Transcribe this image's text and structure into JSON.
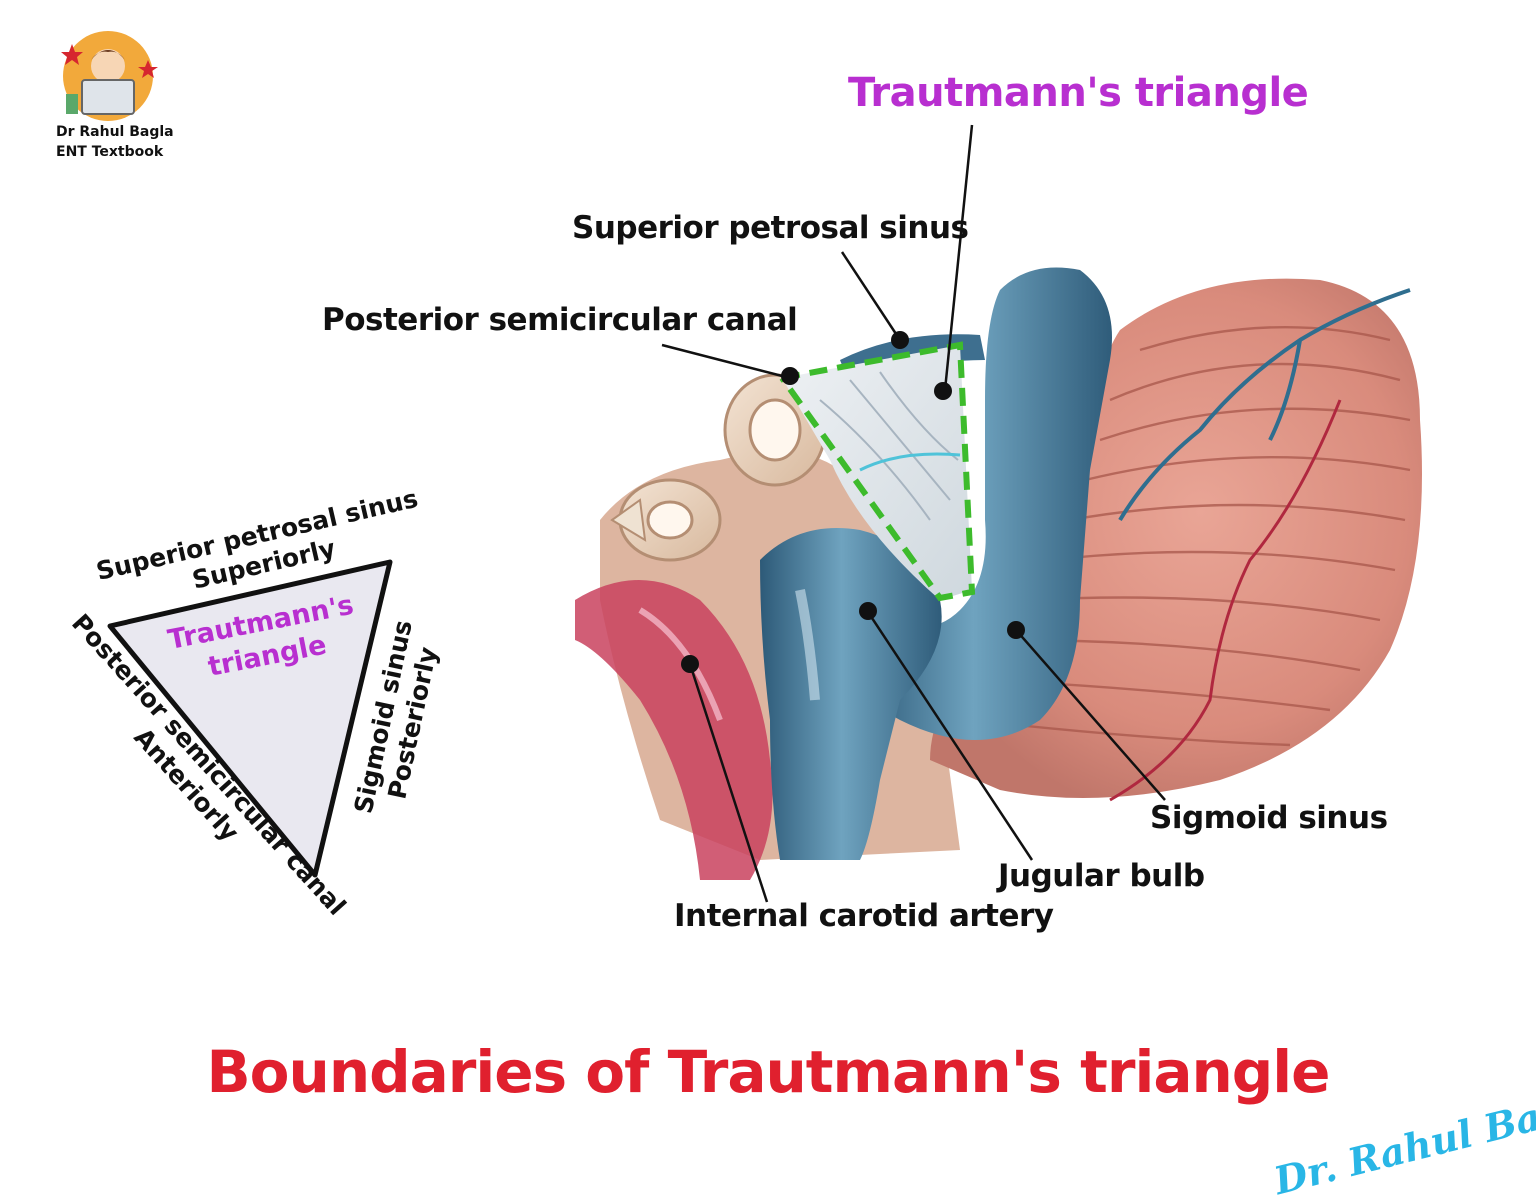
{
  "logo": {
    "name": "Dr Rahul Bagla",
    "book": "ENT Textbook"
  },
  "labels": {
    "top_title": "Trautmann's triangle",
    "superior_petrosal_sinus": "Superior petrosal sinus",
    "posterior_semicircular_canal": "Posterior semicircular canal",
    "sigmoid_sinus": "Sigmoid sinus",
    "jugular_bulb": "Jugular bulb",
    "internal_carotid_artery": "Internal carotid artery"
  },
  "schematic": {
    "center_line1": "Trautmann's",
    "center_line2": "triangle",
    "superior_line1": "Superior petrosal sinus",
    "superior_line2": "Superiorly",
    "posterior_line1": "Sigmoid sinus",
    "posterior_line2": "Posteriorly",
    "anterior_line1": "Posterior semicircular canal",
    "anterior_line2": "Anteriorly"
  },
  "main_title": "Boundaries of Trautmann's triangle",
  "signature": "Dr. Rahul Bagla",
  "colors": {
    "accent_purple": "#b82fd0",
    "title_red": "#e0202e",
    "signature_cyan": "#29b6e6",
    "dashed_green": "#3dbb2c",
    "sinus_blue": "#3e6f8f",
    "cerebellum_pink": "#d98b7c",
    "schematic_fill": "#e9e8f0"
  }
}
